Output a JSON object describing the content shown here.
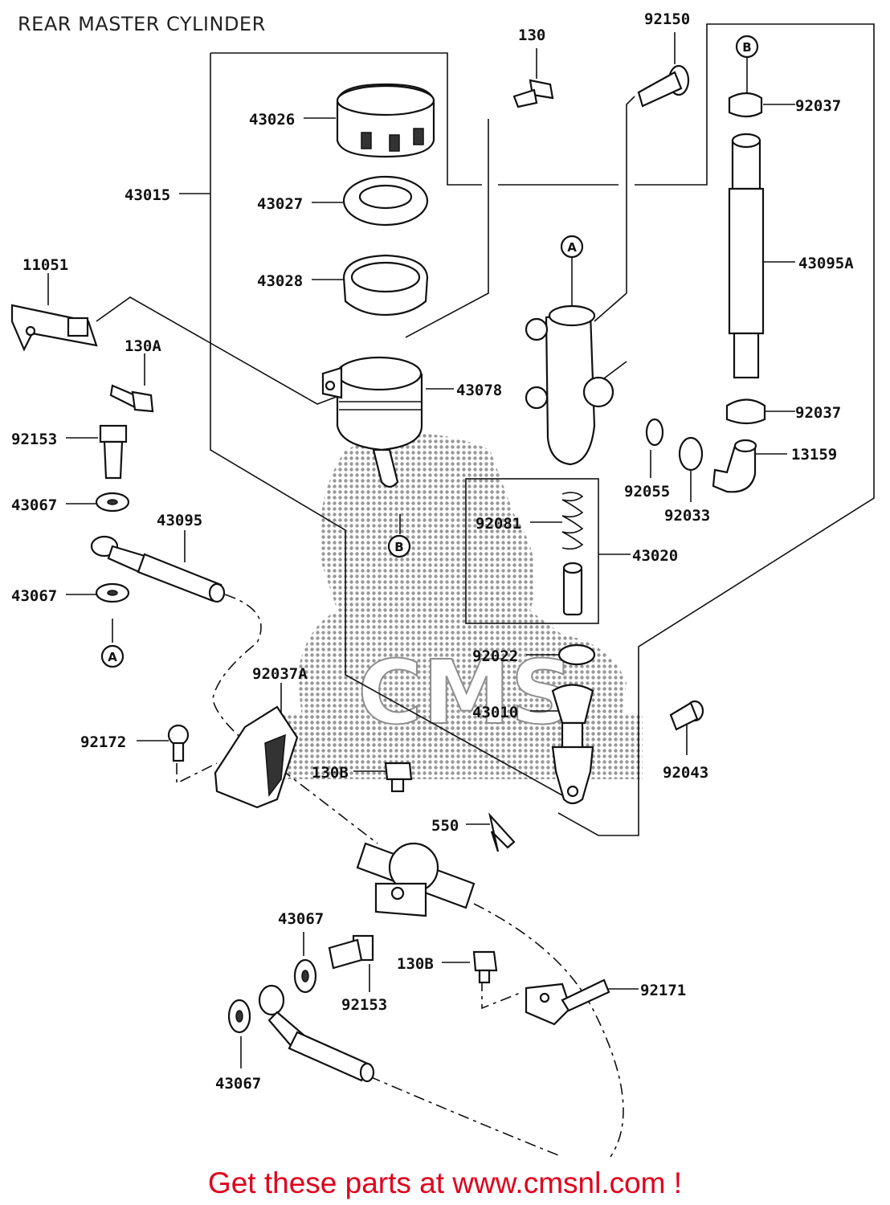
{
  "title": "REAR MASTER CYLINDER",
  "footer": "Get these parts at www.cmsnl.com !",
  "watermark": "CMS",
  "colors": {
    "footer_text": "#e0001b",
    "line": "#111111",
    "background": "#ffffff"
  },
  "callouts": {
    "p130": "130",
    "p92150": "92150",
    "p92037_top": "92037",
    "p43026": "43026",
    "p43015": "43015",
    "p43027": "43027",
    "p43028": "43028",
    "p43095A": "43095A",
    "p11051": "11051",
    "p130A": "130A",
    "p43078": "43078",
    "p92037_mid": "92037",
    "p92153_top": "92153",
    "p13159": "13159",
    "p92055": "92055",
    "p92033": "92033",
    "p43067_a": "43067",
    "p43095": "43095",
    "p92081": "92081",
    "p43020": "43020",
    "p43067_b": "43067",
    "p92022": "92022",
    "p92037A": "92037A",
    "p43010": "43010",
    "p92172": "92172",
    "p130B_top": "130B",
    "p92043": "92043",
    "p550": "550",
    "p43067_c": "43067",
    "p130B_bottom": "130B",
    "p92153_bottom": "92153",
    "p92171": "92171",
    "p43067_d": "43067"
  },
  "refs": {
    "a": "A",
    "b": "B"
  }
}
